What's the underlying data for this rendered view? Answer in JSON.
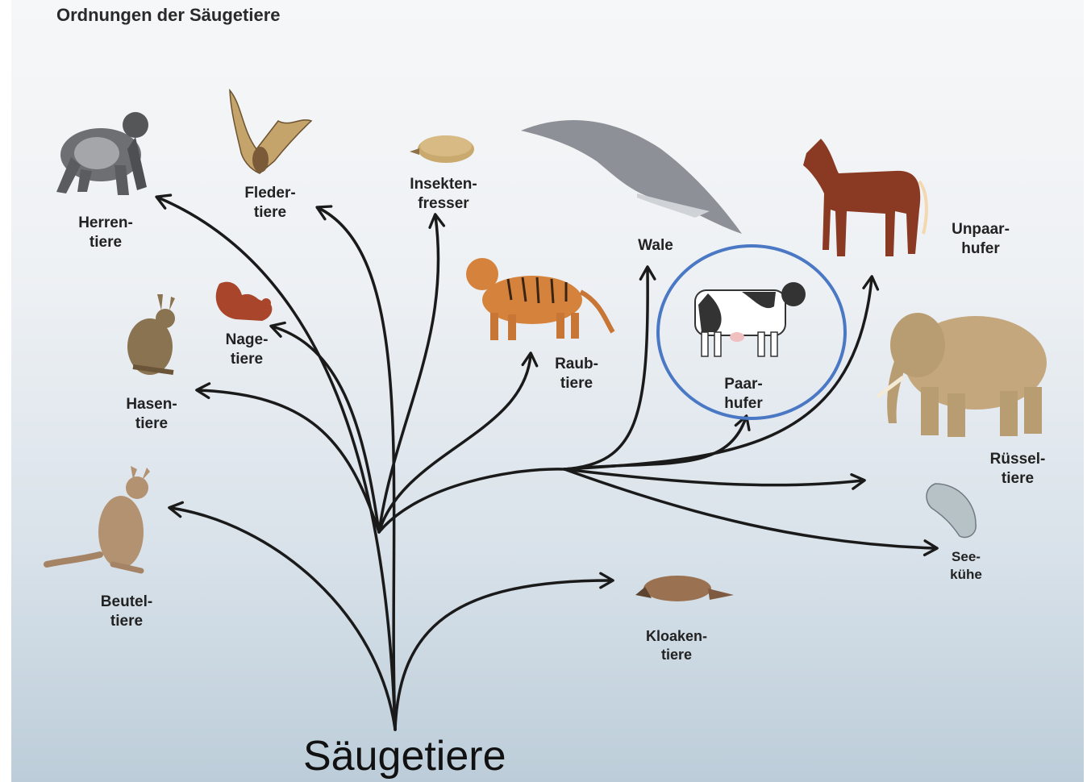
{
  "title": "Ordnungen der Säugetiere",
  "root_label": "Säugetiere",
  "orders": [
    {
      "id": "herrentiere",
      "line1": "Herren-",
      "line2": "tiere",
      "icon": "gorilla-icon"
    },
    {
      "id": "fledertiere",
      "line1": "Fleder-",
      "line2": "tiere",
      "icon": "bat-icon"
    },
    {
      "id": "insektenfresser",
      "line1": "Insekten-",
      "line2": "fresser",
      "icon": "hedgehog-icon"
    },
    {
      "id": "wale",
      "line1": "Wale",
      "line2": "",
      "icon": "whale-icon"
    },
    {
      "id": "unpaarhufer",
      "line1": "Unpaar-",
      "line2": "hufer",
      "icon": "horse-icon"
    },
    {
      "id": "nagetiere",
      "line1": "Nage-",
      "line2": "tiere",
      "icon": "squirrel-icon"
    },
    {
      "id": "raubtiere",
      "line1": "Raub-",
      "line2": "tiere",
      "icon": "tiger-icon"
    },
    {
      "id": "paarhufer",
      "line1": "Paar-",
      "line2": "hufer",
      "icon": "cow-icon",
      "highlighted": true
    },
    {
      "id": "hasentiere",
      "line1": "Hasen-",
      "line2": "tiere",
      "icon": "hare-icon"
    },
    {
      "id": "ruesseltiere",
      "line1": "Rüssel-",
      "line2": "tiere",
      "icon": "elephant-icon"
    },
    {
      "id": "seekuehe",
      "line1": "See-",
      "line2": "kühe",
      "icon": "manatee-icon"
    },
    {
      "id": "beuteltiere",
      "line1": "Beutel-",
      "line2": "tiere",
      "icon": "kangaroo-icon"
    },
    {
      "id": "kloakentiere",
      "line1": "Kloaken-",
      "line2": "tiere",
      "icon": "platypus-icon"
    }
  ],
  "colors": {
    "branch": "#1a1a1a",
    "highlight_circle": "#4a78c4"
  }
}
